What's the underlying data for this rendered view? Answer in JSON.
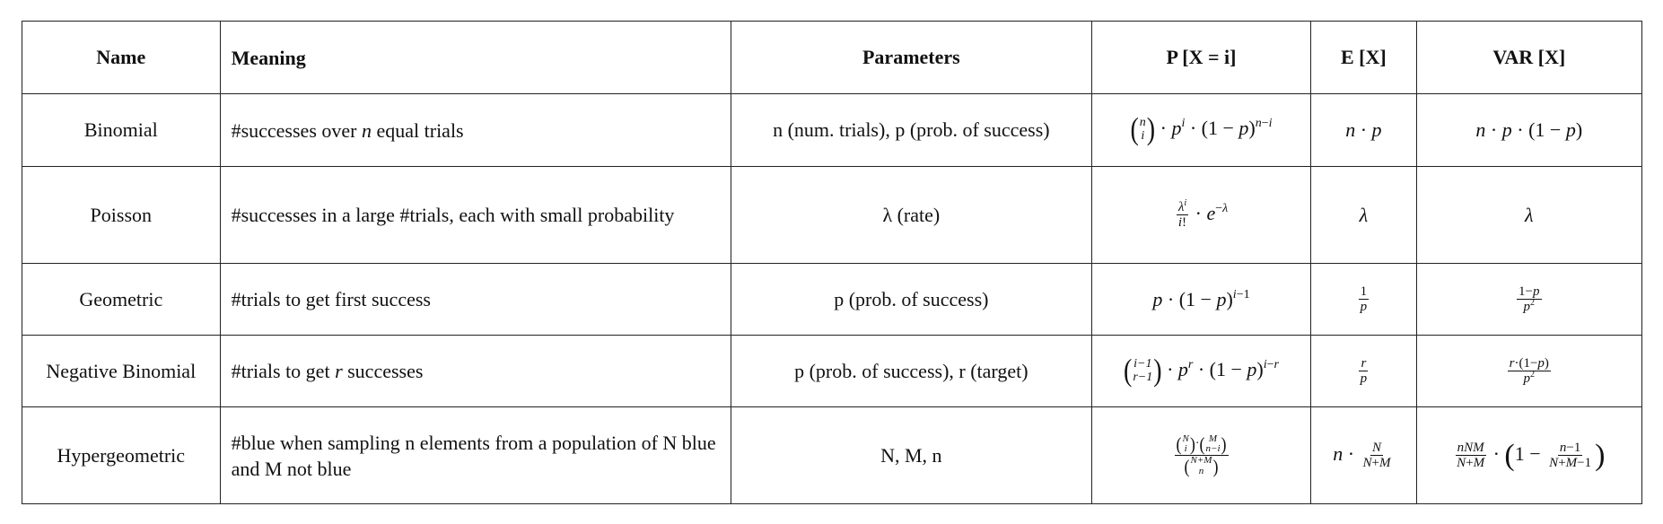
{
  "headers": {
    "name": "Name",
    "meaning": "Meaning",
    "parameters": "Parameters",
    "pmf": "P [X = i]",
    "expectation": "E [X]",
    "variance": "VAR [X]"
  },
  "rows": [
    {
      "name": "Binomial",
      "meaning_pre": "#successes over ",
      "meaning_var": "n",
      "meaning_post": " equal trials",
      "params": "n (num. trials), p (prob. of success)",
      "pmf": "(n choose i) · p^i · (1 − p)^(n−i)",
      "expectation": "n · p",
      "variance": "n · p · (1 − p)"
    },
    {
      "name": "Poisson",
      "meaning": "#successes in a large #trials, each with small probability",
      "params": "λ (rate)",
      "pmf": "λ^i / i! · e^(−λ)",
      "expectation": "λ",
      "variance": "λ"
    },
    {
      "name": "Geometric",
      "meaning": "#trials to get first success",
      "params": "p (prob. of success)",
      "pmf": "p · (1 − p)^(i−1)",
      "expectation": "1/p",
      "variance": "(1−p)/p^2"
    },
    {
      "name": "Negative Binomial",
      "meaning_pre": "#trials to get ",
      "meaning_var": "r",
      "meaning_post": " successes",
      "params": "p (prob. of success), r (target)",
      "pmf": "(i−1 choose r−1) · p^r · (1 − p)^(i−r)",
      "expectation": "r/p",
      "variance": "r·(1−p)/p^2"
    },
    {
      "name": "Hypergeometric",
      "meaning": "#blue when sampling n elements from a population of N blue and M not blue",
      "params": "N, M, n",
      "pmf": "(N choose i)·(M choose n−i) / (N+M choose n)",
      "expectation": "n · N/(N+M)",
      "variance": "nNM/(N+M) · (1 − (n−1)/(N+M−1))"
    }
  ]
}
